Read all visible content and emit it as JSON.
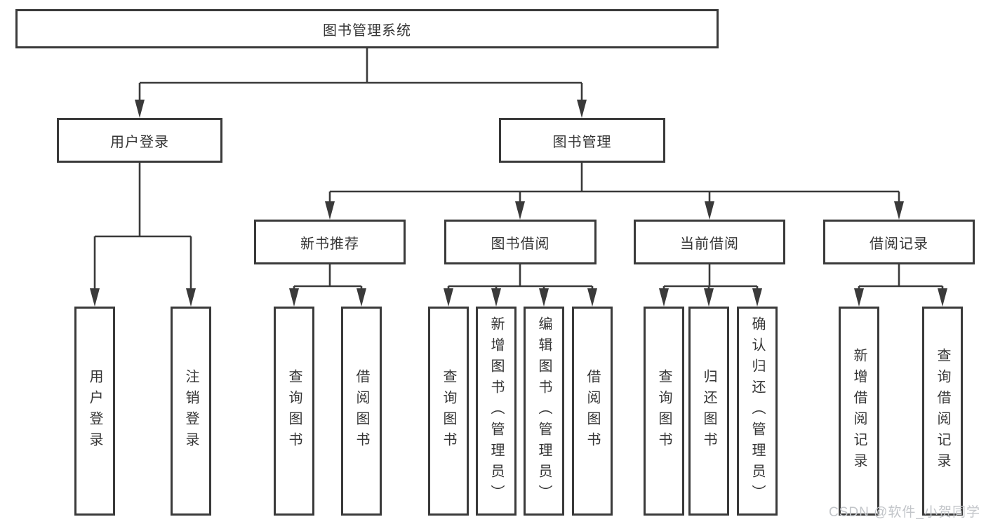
{
  "diagram": {
    "root": {
      "label": "图书管理系统"
    },
    "level2": [
      {
        "label": "用户登录",
        "children": [
          {
            "label": "用户登录"
          },
          {
            "label": "注销登录"
          }
        ]
      },
      {
        "label": "图书管理",
        "children": [
          {
            "label": "新书推荐",
            "children": [
              {
                "label": "查询图书"
              },
              {
                "label": "借阅图书"
              }
            ]
          },
          {
            "label": "图书借阅",
            "children": [
              {
                "label": "查询图书"
              },
              {
                "label": "新增图书（管理员）"
              },
              {
                "label": "编辑图书（管理员）"
              },
              {
                "label": "借阅图书"
              }
            ]
          },
          {
            "label": "当前借阅",
            "children": [
              {
                "label": "查询图书"
              },
              {
                "label": "归还图书"
              },
              {
                "label": "确认归还（管理员）"
              }
            ]
          },
          {
            "label": "借阅记录",
            "children": [
              {
                "label": "新增借阅记录"
              },
              {
                "label": "查询借阅记录"
              }
            ]
          }
        ]
      }
    ]
  },
  "watermark": {
    "text": "CSDN @软件_小贺同学"
  },
  "colors": {
    "line": "#3a3a3a",
    "text": "#353535",
    "background": "#ffffff",
    "watermark": "#c2c5c9"
  }
}
